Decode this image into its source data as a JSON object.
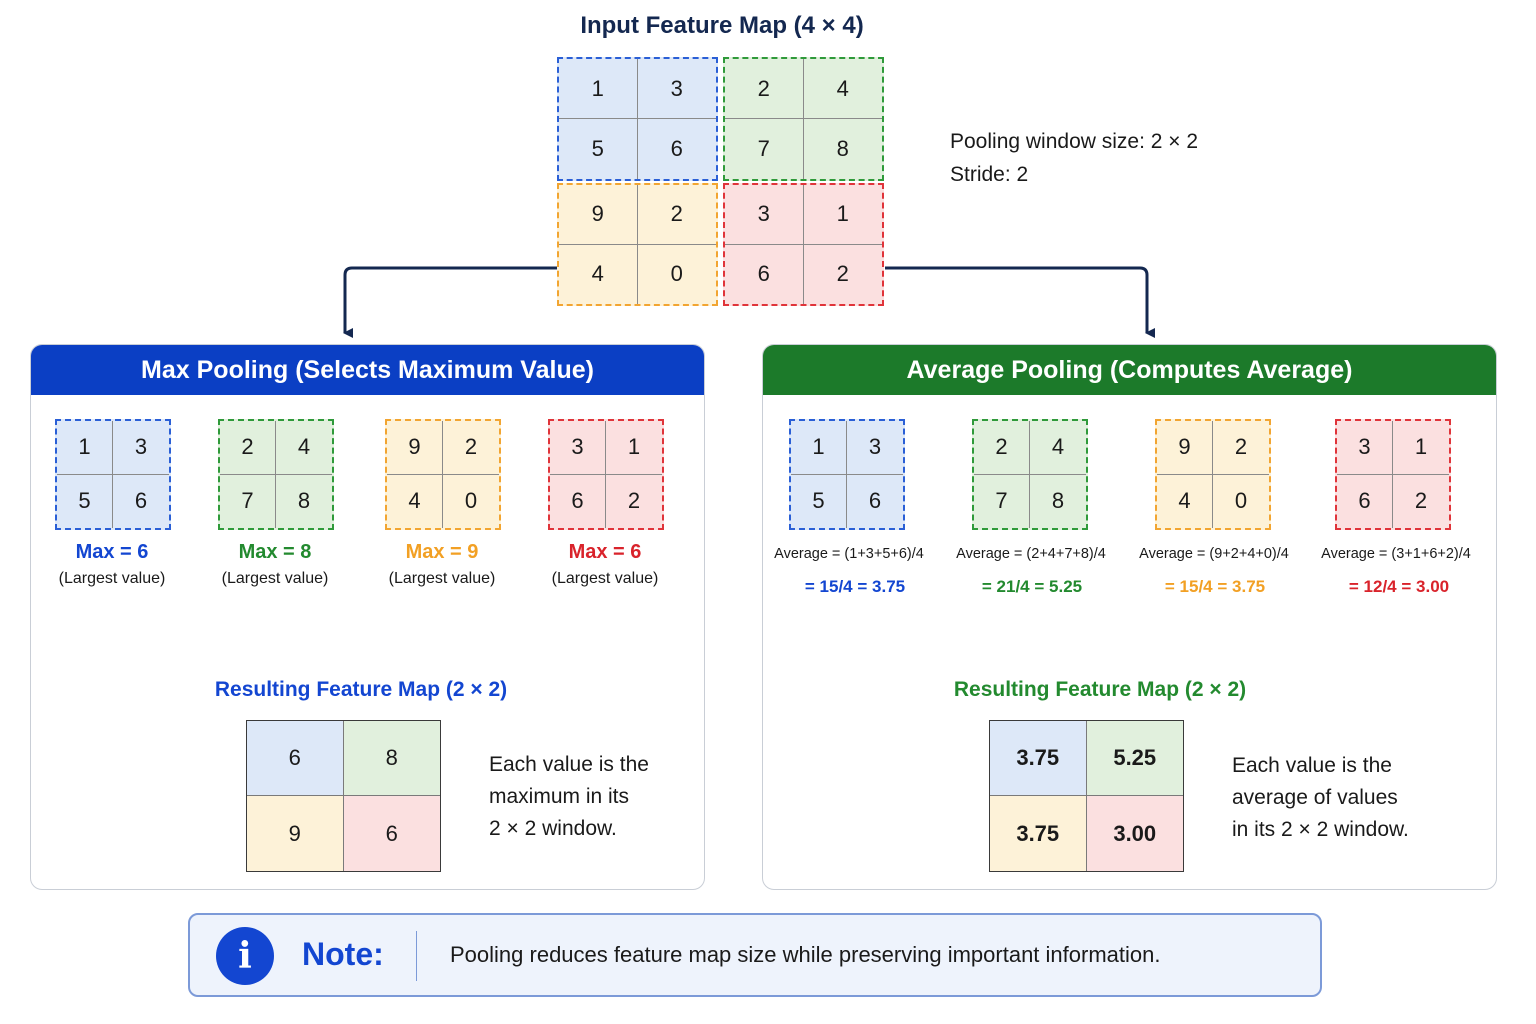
{
  "input": {
    "title": "Input Feature Map (4 × 4)",
    "window_size": "Pooling window size: 2 × 2",
    "stride": "Stride: 2",
    "blocks": [
      {
        "color": "blue",
        "values": [
          "1",
          "3",
          "5",
          "6"
        ]
      },
      {
        "color": "green",
        "values": [
          "2",
          "4",
          "7",
          "8"
        ]
      },
      {
        "color": "orange",
        "values": [
          "9",
          "2",
          "4",
          "0"
        ]
      },
      {
        "color": "red",
        "values": [
          "3",
          "1",
          "6",
          "2"
        ]
      }
    ]
  },
  "max_pooling": {
    "header": "Max Pooling (Selects Maximum Value)",
    "blocks": [
      {
        "color": "blue",
        "values": [
          "1",
          "3",
          "5",
          "6"
        ],
        "result": "Max = 6",
        "note": "(Largest value)"
      },
      {
        "color": "green",
        "values": [
          "2",
          "4",
          "7",
          "8"
        ],
        "result": "Max = 8",
        "note": "(Largest value)"
      },
      {
        "color": "orange",
        "values": [
          "9",
          "2",
          "4",
          "0"
        ],
        "result": "Max = 9",
        "note": "(Largest value)"
      },
      {
        "color": "red",
        "values": [
          "3",
          "1",
          "6",
          "2"
        ],
        "result": "Max = 6",
        "note": "(Largest value)"
      }
    ],
    "result_title": "Resulting Feature Map (2 × 2)",
    "result_values": [
      "6",
      "8",
      "9",
      "6"
    ],
    "explanation": [
      "Each value is the",
      "maximum in its",
      "2 × 2 window."
    ]
  },
  "average_pooling": {
    "header": "Average Pooling (Computes Average)",
    "blocks": [
      {
        "color": "blue",
        "values": [
          "1",
          "3",
          "5",
          "6"
        ],
        "formula": "Average = (1+3+5+6)/4",
        "result": "= 15/4 = 3.75"
      },
      {
        "color": "green",
        "values": [
          "2",
          "4",
          "7",
          "8"
        ],
        "formula": "Average = (2+4+7+8)/4",
        "result": "= 21/4 = 5.25"
      },
      {
        "color": "orange",
        "values": [
          "9",
          "2",
          "4",
          "0"
        ],
        "formula": "Average = (9+2+4+0)/4",
        "result": "= 15/4 = 3.75"
      },
      {
        "color": "red",
        "values": [
          "3",
          "1",
          "6",
          "2"
        ],
        "formula": "Average = (3+1+6+2)/4",
        "result": "= 12/4 = 3.00"
      }
    ],
    "result_title": "Resulting Feature Map (2 × 2)",
    "result_values": [
      "3.75",
      "5.25",
      "3.75",
      "3.00"
    ],
    "explanation": [
      "Each value is the",
      "average of values",
      "in its 2 × 2 window."
    ]
  },
  "note": {
    "icon": "info-icon",
    "label": "Note:",
    "text": "Pooling reduces feature map size while preserving important information."
  },
  "colors": {
    "blue": "#1346d1",
    "green": "#238a2f",
    "orange": "#f2a024",
    "red": "#d9232b",
    "max_header": "#0b3fc4",
    "avg_header": "#1c7a2a"
  }
}
